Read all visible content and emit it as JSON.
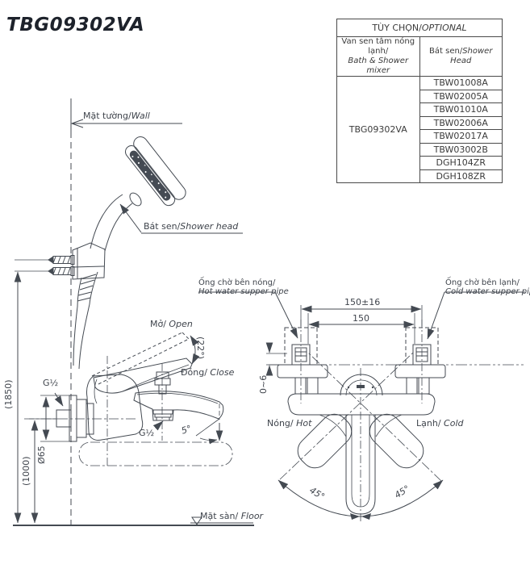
{
  "title": "TBG09302VA",
  "colors": {
    "line": "#444a52",
    "title": "#1d222b",
    "table_border": "#4a4a4a"
  },
  "optional_table": {
    "header": {
      "vi": "TÙY CHỌN/",
      "en": "OPTIONAL"
    },
    "col_mixer": {
      "vi": "Van sen tắm nóng lạnh/",
      "en": "Bath & Shower mixer"
    },
    "col_shower": {
      "vi": "Bát sen/",
      "en": "Shower Head"
    },
    "mixer_code": "TBG09302VA",
    "shower_heads": [
      "TBW01008A",
      "TBW02005A",
      "TBW01010A",
      "TBW02006A",
      "TBW02017A",
      "TBW03002B",
      "DGH104ZR",
      "DGH108ZR"
    ]
  },
  "side_view": {
    "wall": {
      "vi": "Mặt tường/",
      "en": "Wall"
    },
    "shower_head": {
      "vi": "Bát sen/",
      "en": "Shower head"
    },
    "open": {
      "vi": "Mở/",
      "en": " Open"
    },
    "open_angle": "(22°)",
    "close": {
      "vi": "Đóng/",
      "en": " Close"
    },
    "thread_top": "G½",
    "thread_bottom": "G½",
    "spout_angle": "5°",
    "flange_dia": "Ø65",
    "height_shower": "(1850)",
    "height_mixer": "(1000)",
    "floor": {
      "vi": "Mặt sàn/",
      "en": " Floor"
    }
  },
  "front_view": {
    "hot_pipe": {
      "vi": "Ống chờ bên nóng/",
      "en": "Hot water supper pipe"
    },
    "cold_pipe": {
      "vi": "Ống chờ bên lạnh/",
      "en": "Cold water supper pipe"
    },
    "pitch_tol": "150±16",
    "pitch": "150",
    "wall_gap": "0~6",
    "hot": {
      "vi": "Nóng/",
      "en": " Hot"
    },
    "cold": {
      "vi": "Lạnh/",
      "en": " Cold"
    },
    "swing_left": "45°",
    "swing_right": "45°"
  }
}
